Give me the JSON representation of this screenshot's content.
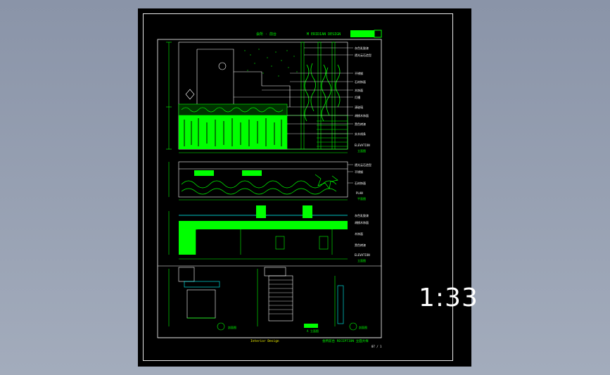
{
  "viewport": {
    "scale_label": "1:33"
  },
  "drawing": {
    "header_title": "会所 · 前台",
    "header_subtitle": "M ERIDIAN DESIGN",
    "panel1_label_main": "ELEVATION",
    "panel1_label_cn": "立面图",
    "panel2_label_main": "PLAN",
    "panel2_label_cn": "平面图",
    "panel3_label_main": "ELEVATION",
    "panel3_label_cn": "立面图",
    "detail1_label": "剖面图",
    "detail2_label": "A 立面图",
    "detail3_label": "剖面图",
    "footer_left": "Interior Design",
    "footer_right": "会所前台 RECEPTION 立面大样",
    "sheet_number": "07 / 1",
    "annotations": [
      "灰色乳胶漆",
      "透光云石造型",
      "不锈钢",
      "石材饰面",
      "木饰面",
      "灯槽",
      "清玻璃",
      "胡桃木饰面",
      "黑色烤漆",
      "实木线条"
    ]
  },
  "colors": {
    "cad_green": "#00ff00",
    "cad_white": "#ffffff",
    "cad_cyan": "#00ffff",
    "cad_yellow": "#ffff00",
    "background": "#000000"
  }
}
